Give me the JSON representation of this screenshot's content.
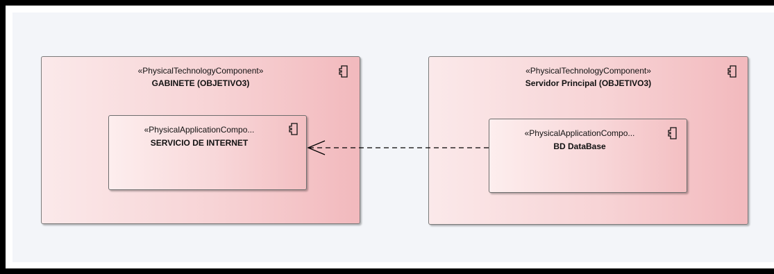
{
  "diagram": {
    "nodes": [
      {
        "stereotype": "«PhysicalTechnologyComponent»",
        "name": "GABINETE (OBJETIVO3)",
        "child": {
          "stereotype": "«PhysicalApplicationCompo...",
          "name": "SERVICIO DE INTERNET"
        }
      },
      {
        "stereotype": "«PhysicalTechnologyComponent»",
        "name": "Servidor Principal (OBJETIVO3)",
        "child": {
          "stereotype": "«PhysicalApplicationCompo...",
          "name": "BD DataBase"
        }
      }
    ],
    "dependency": {
      "style": "dashed",
      "from": "BD DataBase",
      "to": "SERVICIO DE INTERNET",
      "arrowhead": "open"
    },
    "icon": "component-icon",
    "colors": {
      "node_fill_light": "#fbe9ea",
      "node_fill_dark": "#f2b9bd",
      "canvas": "#f3f5f9",
      "border": "#7a7a7a"
    }
  }
}
